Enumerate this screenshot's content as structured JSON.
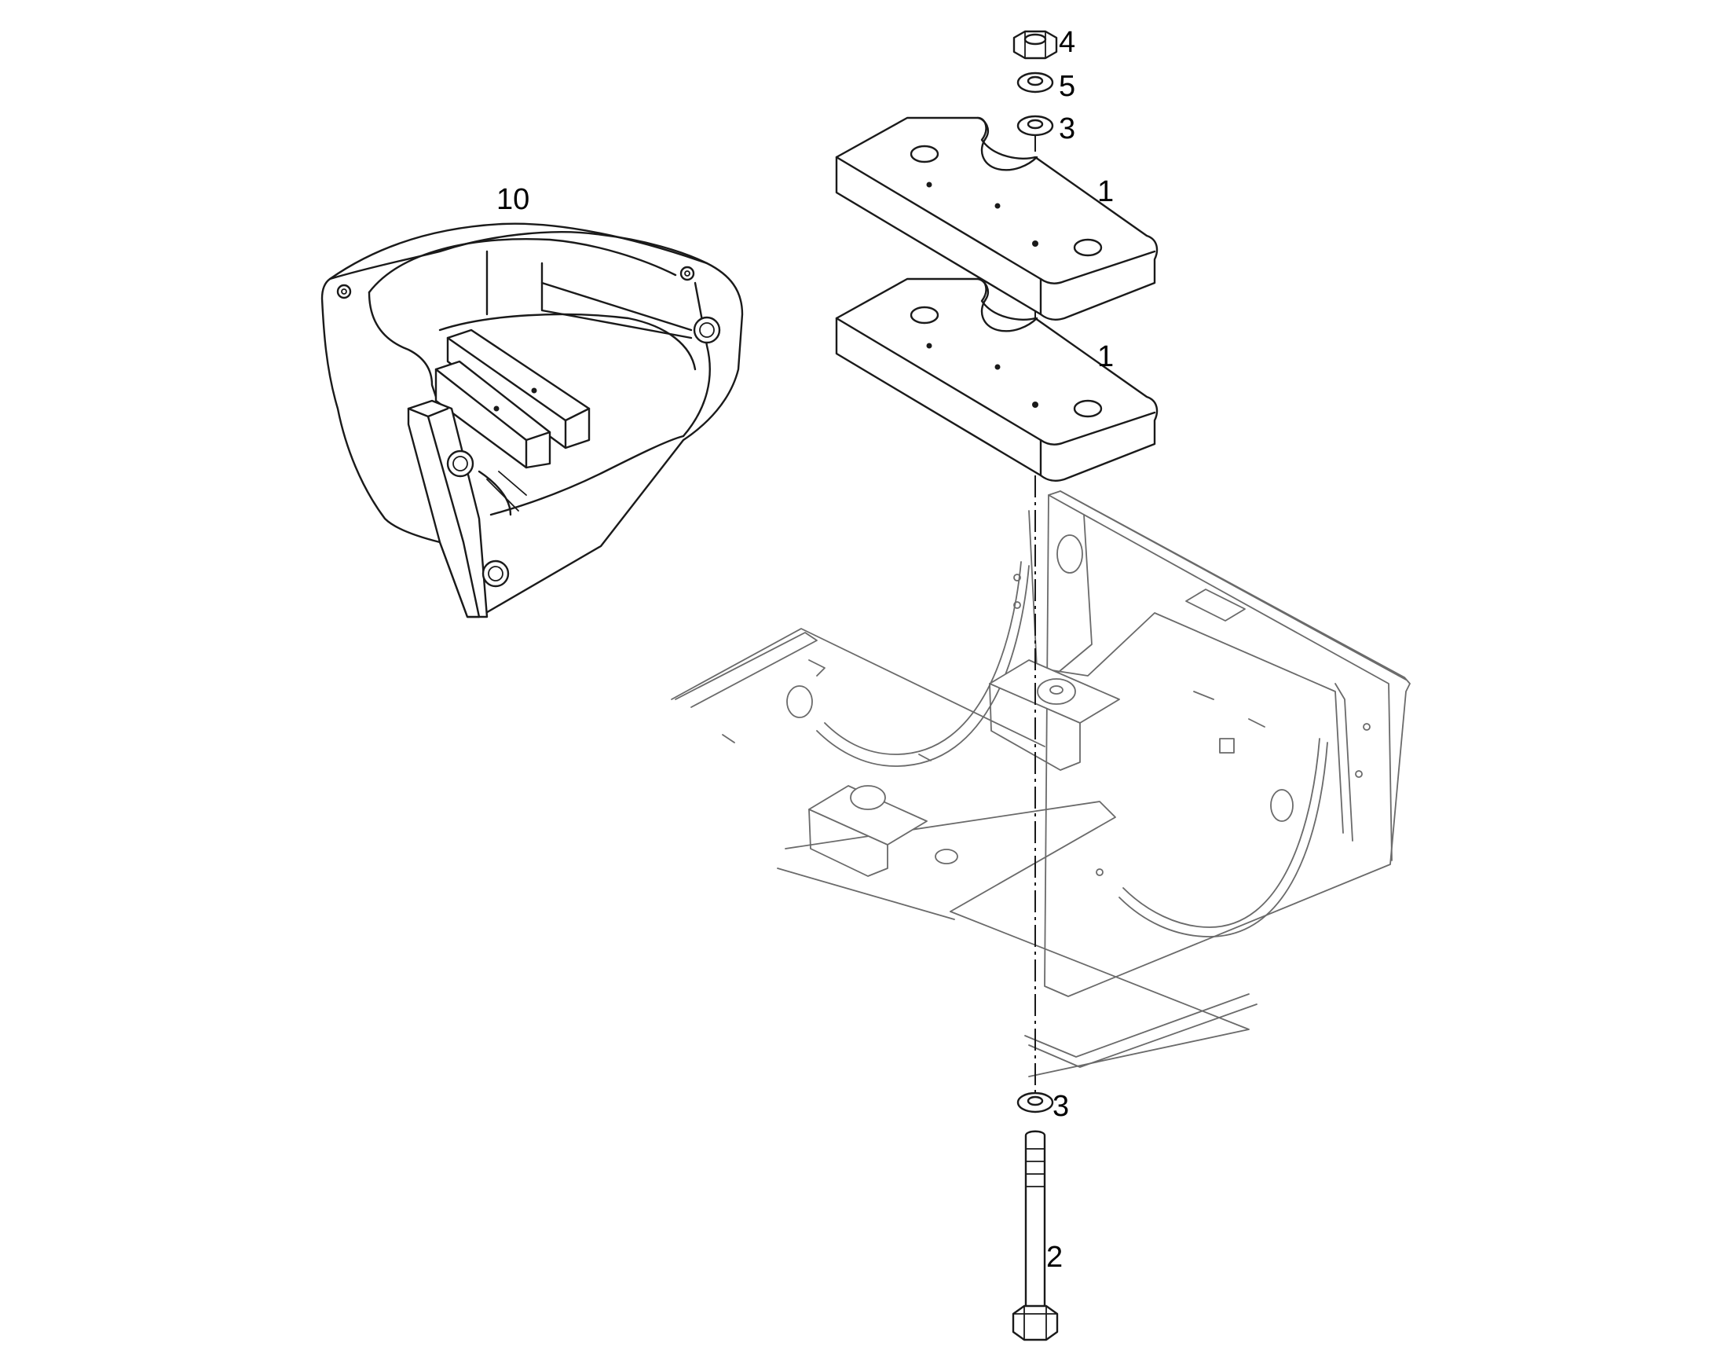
{
  "callouts": {
    "nut": "4",
    "lock_washer": "5",
    "washer_top": "3",
    "plate_upper": "1",
    "plate_lower": "1",
    "counterweight": "10",
    "washer_bottom": "3",
    "bolt": "2"
  }
}
